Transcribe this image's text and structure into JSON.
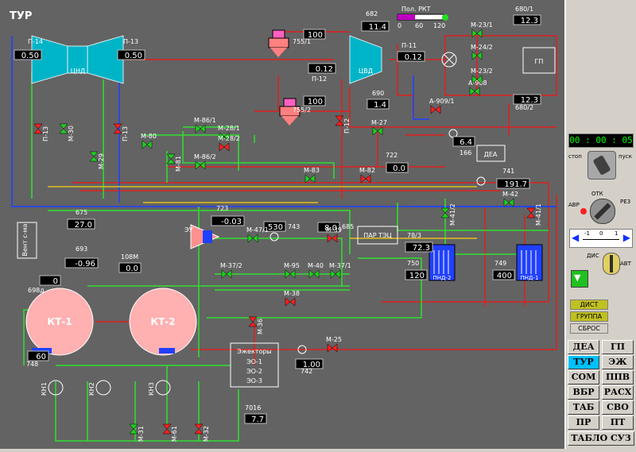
{
  "scheme": {
    "title": "ТУР",
    "turbines": {
      "low": "ЦНД",
      "high": "ЦВД"
    },
    "condensers": [
      "КТ-1",
      "КТ-2"
    ],
    "heaters": [
      "ПНД-2",
      "ПНД-1"
    ],
    "rkt": {
      "label": "Пол. РКТ",
      "ticks": [
        "0",
        "60",
        "120"
      ],
      "level_fraction": 0.38
    },
    "readings": [
      {
        "label": "П-14",
        "value": "0.50"
      },
      {
        "label": "П-13",
        "value": "0.50"
      },
      {
        "label": "755/1",
        "value": "100"
      },
      {
        "label": "682",
        "value": "11.4"
      },
      {
        "label": "П-11",
        "value": "0.12"
      },
      {
        "label": "П-12",
        "value": "0.12"
      },
      {
        "label": "755/2",
        "value": "100"
      },
      {
        "label": "690",
        "value": "1.4"
      },
      {
        "label": "680/1",
        "value": "12.3"
      },
      {
        "label": "680/2",
        "value": "12.3"
      },
      {
        "label": "166",
        "value": "6.4"
      },
      {
        "label": "722",
        "value": "0.0"
      },
      {
        "label": "741",
        "value": "191.7"
      },
      {
        "label": "723",
        "value": "-0.03"
      },
      {
        "label": "675",
        "value": "27.0"
      },
      {
        "label": "743",
        "value": "530"
      },
      {
        "label": "685",
        "value": "8.0"
      },
      {
        "label": "693",
        "value": "-0.96"
      },
      {
        "label": "108М",
        "value": "0.0"
      },
      {
        "label": "698д",
        "value": "0"
      },
      {
        "label": "78/3",
        "value": "72.3"
      },
      {
        "label": "750",
        "value": "120"
      },
      {
        "label": "749",
        "value": "400"
      },
      {
        "label": "748",
        "value": "60"
      },
      {
        "label": "742",
        "value": "1.00"
      },
      {
        "label": "7016",
        "value": "7.7"
      }
    ],
    "valves": [
      "П-13",
      "М-30",
      "П-13",
      "М-29",
      "М-80",
      "М-86/1",
      "М-28/1",
      "М-28/2",
      "М-81",
      "М-86/2",
      "П-12",
      "М-83",
      "М-82",
      "М-27",
      "А-909/1",
      "А-908",
      "М-23/1",
      "М-24/2",
      "М-23/2",
      "М-41/2",
      "М-42",
      "М-41/1",
      "М-47/1",
      "М-39",
      "М-37/2",
      "М-95",
      "М-37/1",
      "М-40",
      "М-38",
      "М-36",
      "М-25",
      "М-31",
      "М-61",
      "М-32"
    ],
    "boxes": {
      "gp": "ГП",
      "dea": "ДЕА",
      "par_tec": "ПАР ТЭЦ",
      "vent": "Вент с-ма",
      "eu": "ЭУ"
    },
    "ejectors": {
      "title": "Эжекторы",
      "items": [
        "ЭО-1",
        "ЭО-2",
        "ЭО-3"
      ]
    },
    "pumps": [
      "КН1",
      "КН2",
      "КН3"
    ]
  },
  "panel": {
    "clock": "00 : 00 : 05",
    "stop_label": "стоп",
    "start_label": "пуск",
    "otk_label": "ОТК",
    "avr_label": "АВР",
    "rez_label": "РЕЗ",
    "scale_ticks": [
      "-1",
      "0",
      "1"
    ],
    "dis_label": "ДИС",
    "avt_label": "АВТ",
    "mode_buttons": [
      "ДИСТ",
      "ГРУППА",
      "СБРОС"
    ],
    "tabs": [
      {
        "label": "ДЕА",
        "active": false
      },
      {
        "label": "ГП",
        "active": false
      },
      {
        "label": "ТУР",
        "active": true
      },
      {
        "label": "ЭЖ",
        "active": false
      },
      {
        "label": "СОМ",
        "active": false
      },
      {
        "label": "ППВ",
        "active": false
      },
      {
        "label": "ВБР",
        "active": false
      },
      {
        "label": "РАСХ",
        "active": false
      },
      {
        "label": "ТАБ",
        "active": false
      },
      {
        "label": "СВО",
        "active": false
      },
      {
        "label": "ПР",
        "active": false
      },
      {
        "label": "ПТ",
        "active": false
      }
    ],
    "bottom_tab": "ТАБЛО СУЗ"
  }
}
